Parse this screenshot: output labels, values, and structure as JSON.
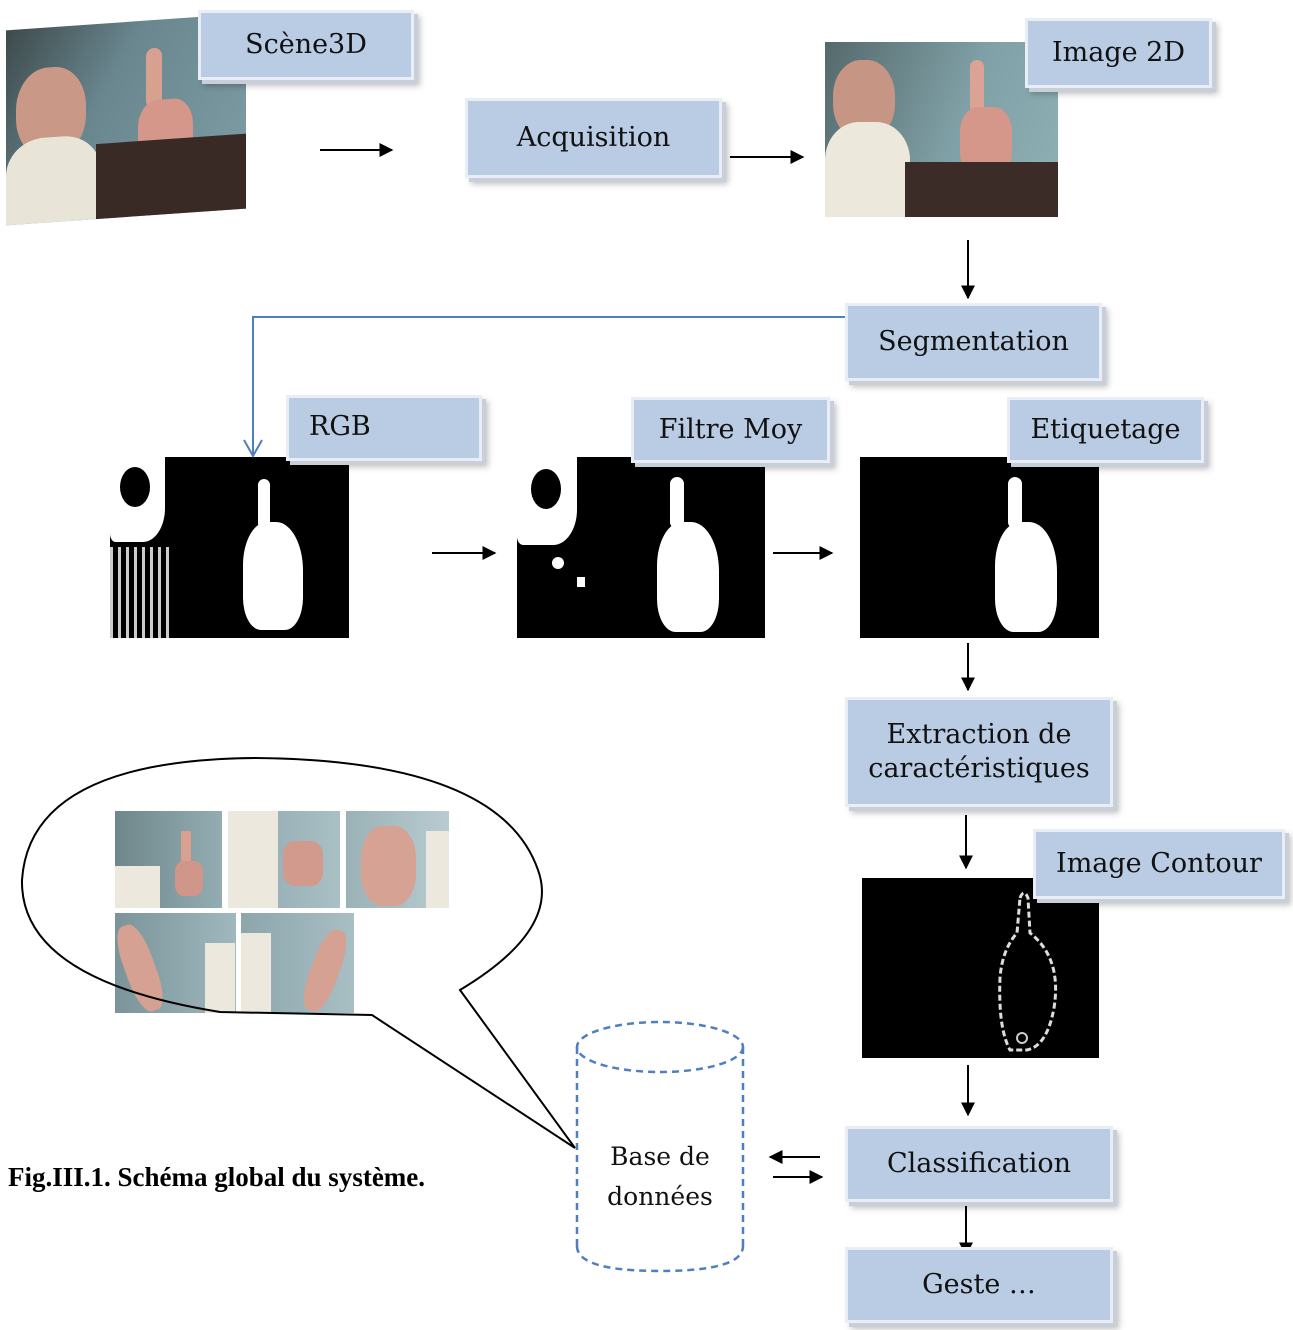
{
  "labels": {
    "scene3d": "Scène3D",
    "acquisition": "Acquisition",
    "image2d": "Image 2D",
    "segmentation": "Segmentation",
    "rgb": "RGB",
    "filtre": "Filtre Moy",
    "etiquetage": "Etiquetage",
    "extraction_line1": "Extraction de",
    "extraction_line2": "caractéristiques",
    "contour": "Image Contour",
    "classification": "Classification",
    "geste": "Geste …",
    "db_line1": "Base de",
    "db_line2": "données"
  },
  "caption": "Fig.III.1. Schéma global du système.",
  "colors": {
    "box_fill": "#b9cce4",
    "box_border": "#e9eef6",
    "arrow": "#000000",
    "segmentation_link": "#4f7fc0",
    "db_outline": "#4f7fc0"
  }
}
